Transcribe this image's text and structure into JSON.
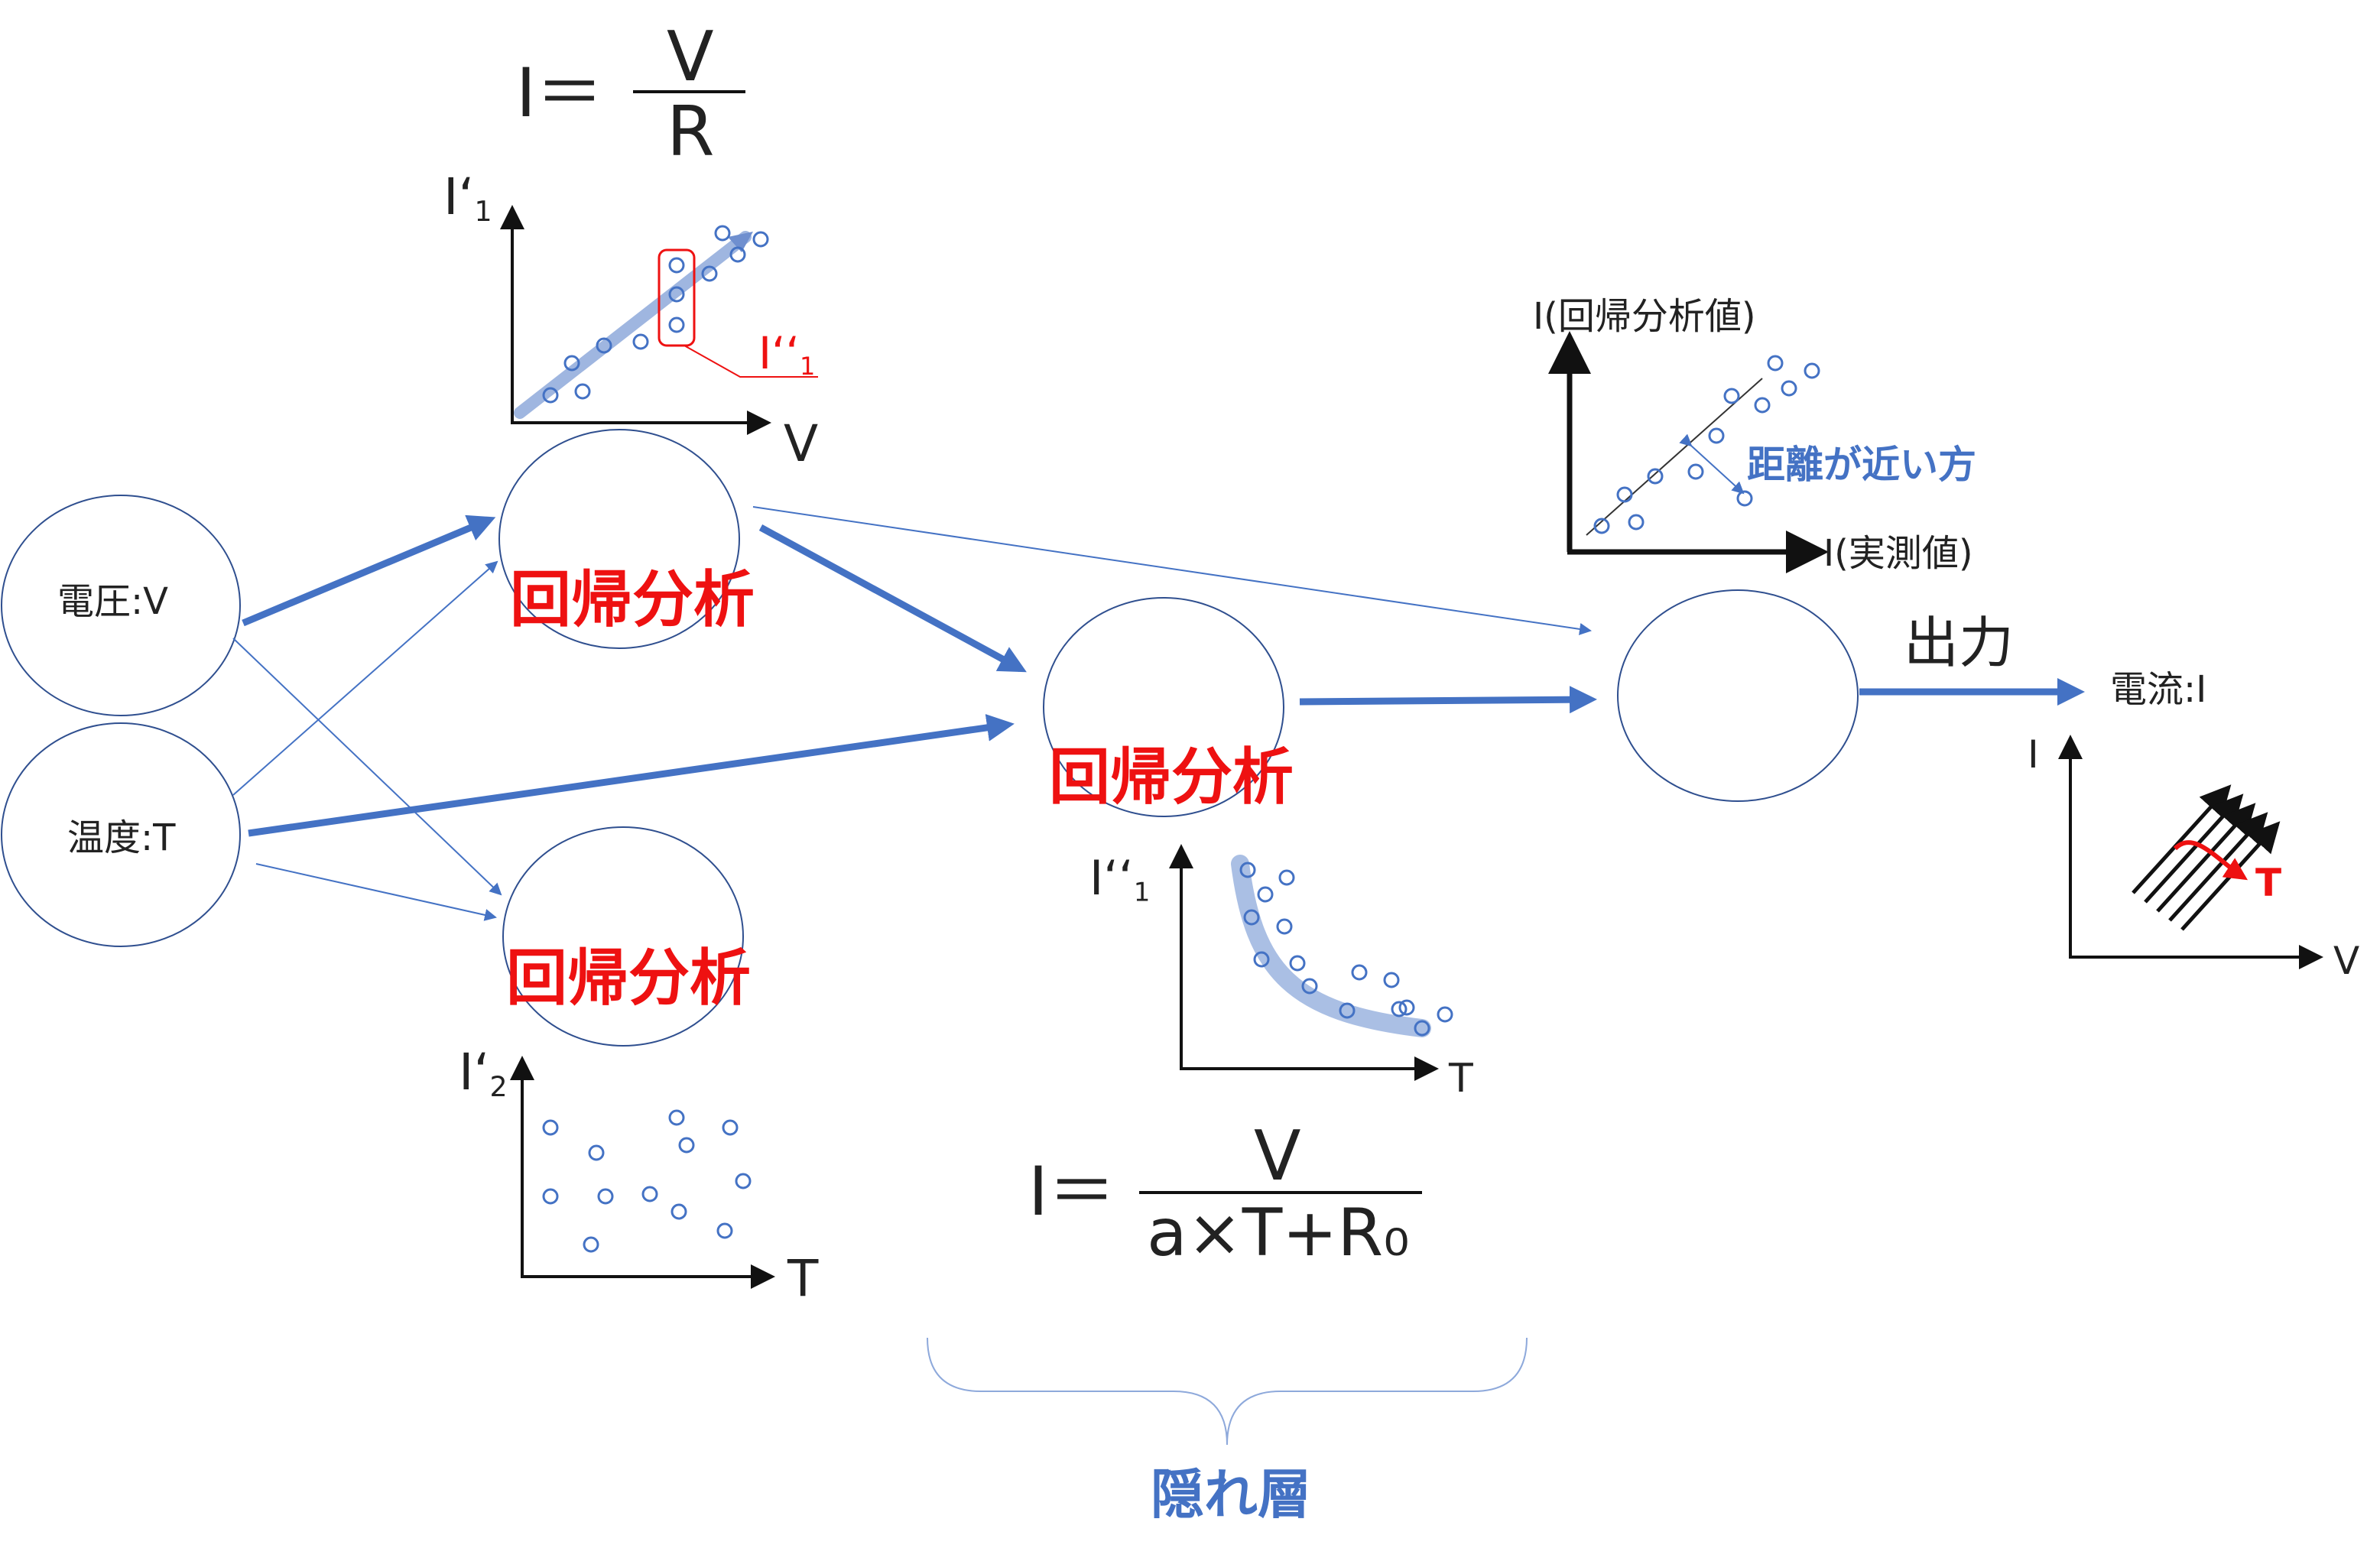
{
  "inputs": {
    "voltage": "電圧:V",
    "temperature": "温度:T"
  },
  "hidden": {
    "regression_label": "回帰分析",
    "layer_label": "隠れ層"
  },
  "output": {
    "label": "出力",
    "current": "電流:I"
  },
  "formula1": {
    "lhs": "I＝",
    "num": "V",
    "den": "R"
  },
  "formula2": {
    "lhs": "I＝",
    "num": "V",
    "den": "a×T+R₀"
  },
  "plot_vi": {
    "ylabel_main": "I‘",
    "ylabel_sub": "1",
    "xlabel": "V",
    "annot_main": "I‘‘",
    "annot_sub": "1"
  },
  "plot_ti2": {
    "ylabel_main": "I‘",
    "ylabel_sub": "2",
    "xlabel": "T"
  },
  "plot_ti1": {
    "ylabel_main": "I‘‘",
    "ylabel_sub": "1",
    "xlabel": "T"
  },
  "plot_eval": {
    "ylabel": "I(回帰分析値)",
    "xlabel": "I(実測値)",
    "annotation": "距離が近い方"
  },
  "plot_out": {
    "ylabel": "I",
    "xlabel": "V",
    "param": "T"
  },
  "colors": {
    "accent": "#4472c4",
    "highlight": "#ee1111",
    "band": "#8ea9db",
    "text": "#222222"
  }
}
